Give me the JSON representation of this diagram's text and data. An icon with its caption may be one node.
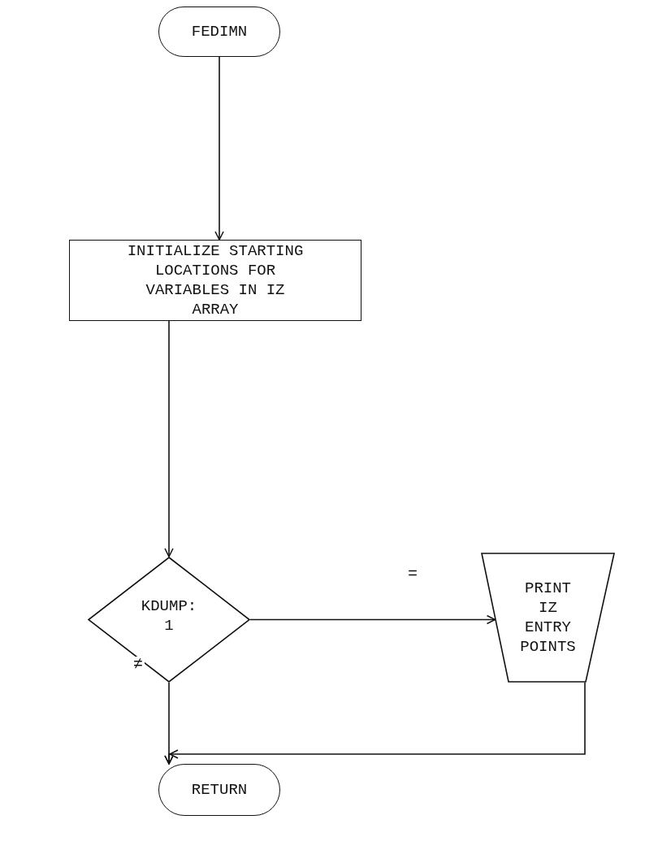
{
  "diagram": {
    "nodes": [
      {
        "text": [
          "FEDIMN"
        ]
      },
      {
        "text": [
          "INITIALIZE STARTING LOCATIONS FOR VARIABLES IN IZ ARRAY"
        ]
      },
      {
        "text": [
          "KDUMP: 1"
        ]
      },
      {
        "text": [
          "PRINT IZ ENTRY POINTS"
        ]
      },
      {
        "text": [
          "RETURN"
        ]
      }
    ],
    "edges": [
      {
        "from": 0,
        "to": 1,
        "arrow": "to"
      },
      {
        "from": 1,
        "to": 2,
        "arrow": "to"
      },
      {
        "from": 2,
        "to": 3,
        "arrow": "to",
        "label": "="
      },
      {
        "from": 2,
        "to": 4,
        "arrow": "to",
        "label": "≠"
      },
      {
        "from": 3,
        "to": 4,
        "arrow": "to"
      }
    ]
  }
}
